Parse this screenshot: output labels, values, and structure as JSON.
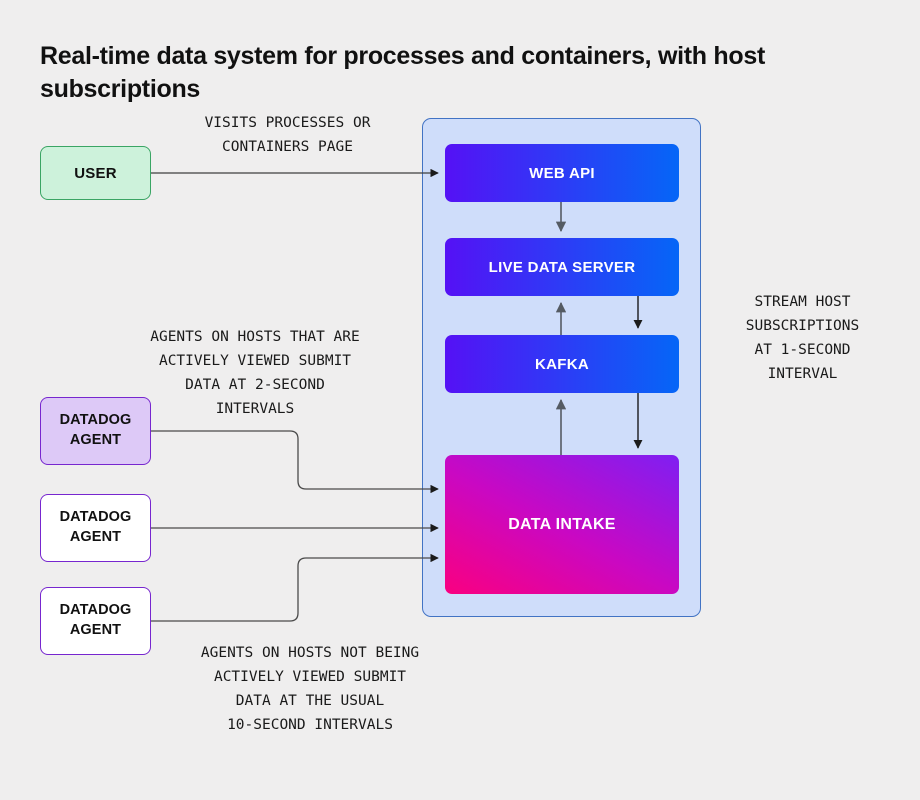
{
  "page": {
    "title": "Real-time data system for processes and containers, with host subscriptions",
    "background_color": "#efeeee"
  },
  "nodes": {
    "user": {
      "label": "USER",
      "fill": "#cdf2db",
      "border": "#3aa564"
    },
    "agents": [
      {
        "label": "DATADOG\nAGENT",
        "fill": "#ddc9f7",
        "border": "#7726cf",
        "highlighted": "true"
      },
      {
        "label": "DATADOG\nAGENT",
        "fill": "#ffffff",
        "border": "#7726cf",
        "highlighted": "false"
      },
      {
        "label": "DATADOG\nAGENT",
        "fill": "#ffffff",
        "border": "#7726cf",
        "highlighted": "false"
      }
    ],
    "system": {
      "fill": "#cfddfa",
      "border": "#4273c4",
      "services": [
        {
          "label": "WEB API",
          "gradient_from": "#5511f5",
          "gradient_to": "#0566f7"
        },
        {
          "label": "LIVE DATA SERVER",
          "gradient_from": "#5511f5",
          "gradient_to": "#0566f7"
        },
        {
          "label": "KAFKA",
          "gradient_from": "#5511f5",
          "gradient_to": "#0566f7"
        },
        {
          "label": "DATA INTAKE",
          "gradient_from": "#fa0080",
          "gradient_to": "#7f1ff2"
        }
      ]
    }
  },
  "annotations": {
    "visits": "VISITS PROCESSES OR\nCONTAINERS PAGE",
    "actively_viewed": "AGENTS ON HOSTS THAT ARE\nACTIVELY VIEWED SUBMIT\nDATA AT 2-SECOND\nINTERVALS",
    "not_actively_viewed": "AGENTS ON HOSTS NOT BEING\nACTIVELY VIEWED SUBMIT\nDATA AT THE USUAL\n10-SECOND INTERVALS",
    "stream_host": "STREAM HOST\nSUBSCRIPTIONS\nAT 1-SECOND\nINTERVAL"
  },
  "connectors": {
    "arrow_dark": "#1b1b1b",
    "arrow_gray": "#555b63",
    "line_color": "#4a4a4a"
  }
}
